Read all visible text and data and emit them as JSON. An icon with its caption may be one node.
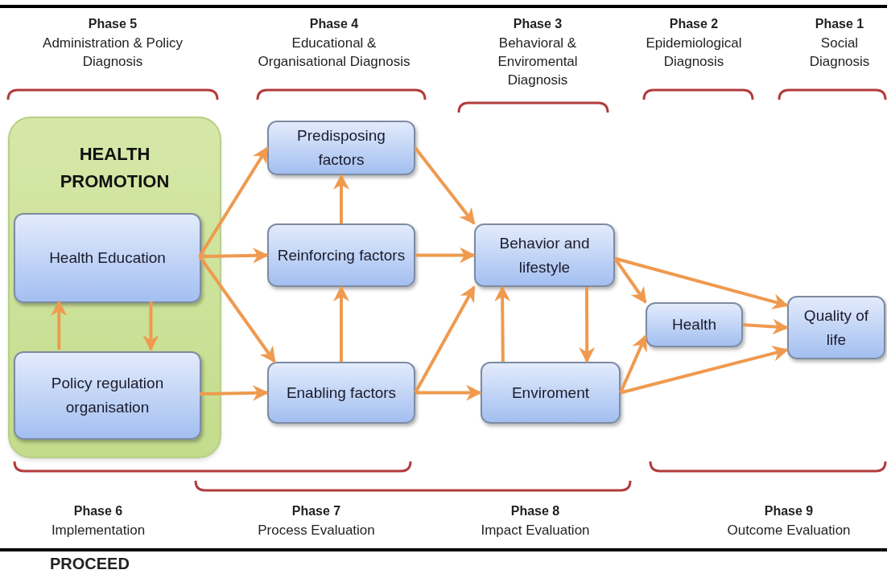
{
  "diagram": {
    "nodes": [
      {
        "text": [
          "HEALTH PROMOTION"
        ]
      },
      {
        "text": [
          "Health Education"
        ],
        "in": 0
      },
      {
        "text": [
          "Policy regulation organisation"
        ],
        "in": 0
      },
      {
        "text": [
          "Predisposing factors"
        ]
      },
      {
        "text": [
          "Reinforcing factors"
        ]
      },
      {
        "text": [
          "Enabling factors"
        ]
      },
      {
        "text": [
          "Behavior and lifestyle"
        ]
      },
      {
        "text": [
          "Enviroment"
        ]
      },
      {
        "text": [
          "Health"
        ]
      },
      {
        "text": [
          "Quality of life"
        ]
      }
    ],
    "edges": [
      {
        "from": 1,
        "to": 3,
        "arrow": "to"
      },
      {
        "from": 1,
        "to": 4,
        "arrow": "to"
      },
      {
        "from": 1,
        "to": 5,
        "arrow": "to"
      },
      {
        "from": 2,
        "to": 1,
        "arrow": "to"
      },
      {
        "from": 1,
        "to": 2,
        "arrow": "to"
      },
      {
        "from": 2,
        "to": 5,
        "arrow": "to"
      },
      {
        "from": 4,
        "to": 3,
        "arrow": "to"
      },
      {
        "from": 5,
        "to": 4,
        "arrow": "to"
      },
      {
        "from": 3,
        "to": 6,
        "arrow": "to"
      },
      {
        "from": 4,
        "to": 6,
        "arrow": "to"
      },
      {
        "from": 5,
        "to": 6,
        "arrow": "to"
      },
      {
        "from": 5,
        "to": 7,
        "arrow": "to"
      },
      {
        "from": 7,
        "to": 6,
        "arrow": "to"
      },
      {
        "from": 6,
        "to": 7,
        "arrow": "to"
      },
      {
        "from": 6,
        "to": 8,
        "arrow": "to"
      },
      {
        "from": 6,
        "to": 9,
        "arrow": "to"
      },
      {
        "from": 7,
        "to": 8,
        "arrow": "to"
      },
      {
        "from": 7,
        "to": 9,
        "arrow": "to"
      },
      {
        "from": 8,
        "to": 9,
        "arrow": "to"
      }
    ],
    "labels": [
      "Phase 5",
      "Administration & Policy Diagnosis",
      "Phase 4",
      "Educational & Organisational Diagnosis",
      "Phase 3",
      "Behavioral & Enviromental Diagnosis",
      "Phase 2",
      "Epidemiological Diagnosis",
      "Phase 1",
      "Social Diagnosis",
      "Phase 6",
      "Implementation",
      "Phase 7",
      "Process Evaluation",
      "Phase 8",
      "Impact Evaluation",
      "Phase 9",
      "Outcome Evaluation",
      "PROCEED"
    ]
  }
}
